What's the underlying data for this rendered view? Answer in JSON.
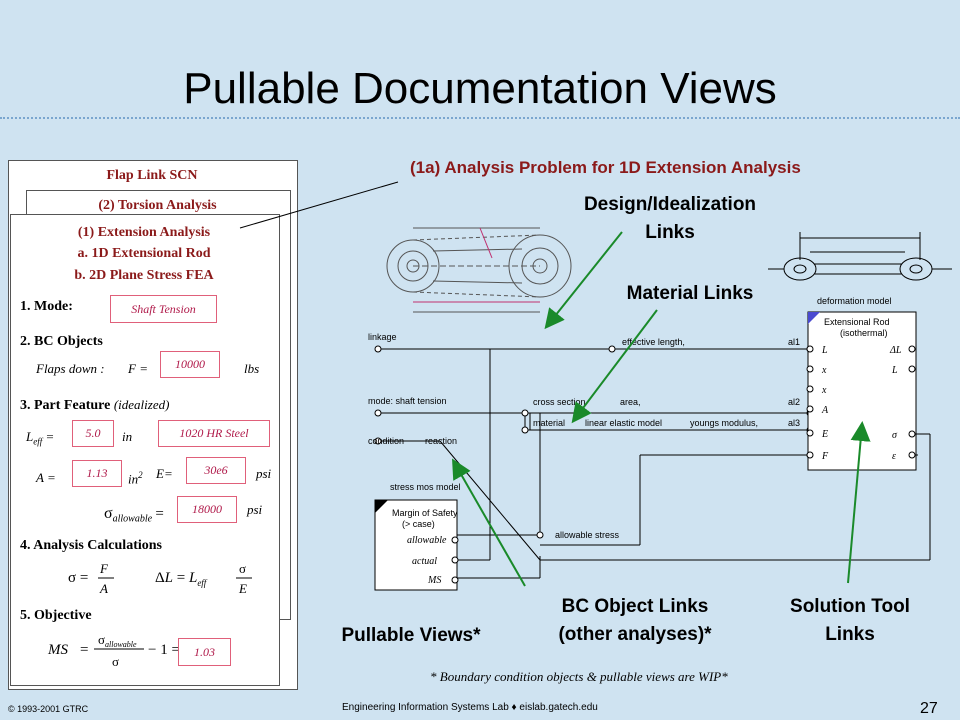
{
  "title": "Pullable Documentation Views",
  "left_panel": {
    "card_back": "Flap Link SCN",
    "card_mid": "(2) Torsion Analysis",
    "card_front": {
      "heading1": "(1) Extension Analysis",
      "heading2": "a. 1D Extensional Rod",
      "heading3": "b. 2D Plane Stress FEA",
      "mode_label": "1. Mode:",
      "mode_value": "Shaft Tension",
      "bc_label": "2. BC Objects",
      "flaps_label": "Flaps down :",
      "flaps_var": "F =",
      "flaps_value": "10000",
      "flaps_unit": "lbs",
      "part_label": "3. Part Feature",
      "part_qualifier": "(idealized)",
      "leff_var": "L",
      "leff_sub": "eff",
      "leff_eq": " =",
      "leff_value": "5.0",
      "leff_unit": "in",
      "material_value": "1020 HR Steel",
      "area_var": "A =",
      "area_value": "1.13",
      "area_unit": "in",
      "area_unit_sup": "2",
      "e_var": "E=",
      "e_value": "30e6",
      "e_unit": "psi",
      "sigma_var": "σ",
      "sigma_sub": "allowable",
      "sigma_eq": "=",
      "sigma_value": "18000",
      "sigma_unit": "psi",
      "calc_label": "4. Analysis Calculations",
      "objective_label": "5. Objective",
      "ms_value": "1.03"
    }
  },
  "analysis_title": "(1a) Analysis Problem for 1D Extension Analysis",
  "callouts": {
    "design_links_1": "Design/Idealization",
    "design_links_2": "Links",
    "material_links": "Material Links",
    "pullable_views": "Pullable Views*",
    "bc_links_1": "BC Object Links",
    "bc_links_2": "(other analyses)*",
    "solution_links_1": "Solution Tool",
    "solution_links_2": "Links"
  },
  "diagram": {
    "linkage": "linkage",
    "effective_length": "effective length,",
    "mode": "mode: shaft tension",
    "cross_section": "cross section",
    "area": "area,",
    "material": "material",
    "linear_elastic": "linear elastic model",
    "youngs": "youngs modulus,",
    "condition": "condition",
    "reaction": "reaction",
    "stress_mos": "stress mos model",
    "mos_title_1": "Margin of Safety",
    "mos_title_2": "(> case)",
    "mos_allowable": "allowable",
    "mos_actual": "actual",
    "mos_ms": "MS",
    "allowable_stress": "allowable stress",
    "deformation_model": "deformation model",
    "rod_title_1": "Extensional Rod",
    "rod_title_2": "(isothermal)",
    "al1": "al1",
    "al2": "al2",
    "al3": "al3"
  },
  "note": "* Boundary condition objects & pullable views are WIP*",
  "footer_left": "© 1993-2001 GTRC",
  "footer_mid": "Engineering Information Systems Lab ♦ eislab.gatech.edu",
  "page_number": "27"
}
